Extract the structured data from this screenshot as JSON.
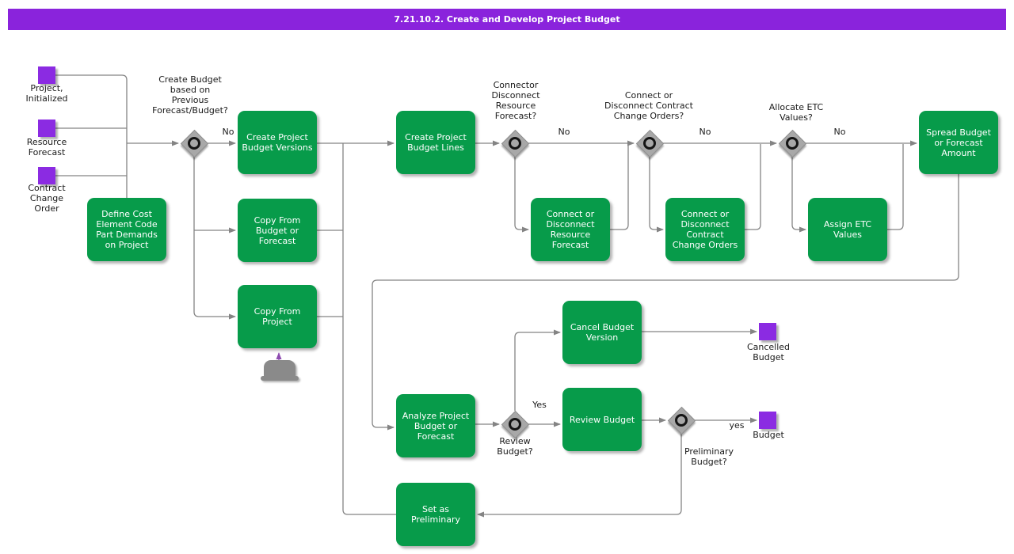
{
  "title": "7.21.10.2. Create and Develop Project Budget",
  "colors": {
    "title_bar": "#8a23dc",
    "task_fill": "#079b4a",
    "task_text": "#ffffff",
    "event_fill": "#8b2be2",
    "gateway_fill": "#a8a8a8",
    "connector": "#848484",
    "performer_arrow": "#8d4bb0",
    "label_text": "#1a1a1a"
  },
  "start_events": {
    "project_initialized": "Project,\nInitialized",
    "resource_forecast": "Resource\nForecast",
    "contract_change_order": "Contract\nChange\nOrder"
  },
  "tasks": {
    "define_cost": "Define Cost\nElement Code\nPart Demands\non Project",
    "create_budget_versions": "Create Project\nBudget Versions",
    "copy_from_budget_or_forecast": "Copy From\nBudget or\nForecast",
    "copy_from_project": "Copy From\nProject",
    "create_budget_lines": "Create Project\nBudget Lines",
    "connect_resource_forecast": "Connect or\nDisconnect\nResource\nForecast",
    "connect_contract_change_orders": "Connect or\nDisconnect\nContract\nChange Orders",
    "assign_etc_values": "Assign ETC\nValues",
    "spread_budget": "Spread Budget\nor Forecast\nAmount",
    "cancel_budget_version": "Cancel Budget\nVersion",
    "analyze_budget": "Analyze Project\nBudget or\nForecast",
    "review_budget": "Review Budget",
    "set_as_preliminary": "Set as\nPreliminary"
  },
  "gateways": {
    "create_budget": {
      "question": "Create Budget\nbased on\nPrevious\nForecast/Budget?",
      "branch_label": "No"
    },
    "connector_disconnect_rf": {
      "question": "Connector\nDisconnect\nResource\nForecast?",
      "branch_label": "No"
    },
    "connect_disconnect_cco": {
      "question": "Connect or\nDisconnect Contract\nChange Orders?",
      "branch_label": "No"
    },
    "allocate_etc": {
      "question": "Allocate ETC\nValues?",
      "branch_label": "No"
    },
    "review_budget": {
      "question": "Review\nBudget?",
      "branch_label": "Yes"
    },
    "preliminary_budget": {
      "question": "Preliminary\nBudget?",
      "branch_label": "yes"
    }
  },
  "end_events": {
    "cancelled_budget": "Cancelled\nBudget",
    "budget": "Budget"
  },
  "icons": {
    "performer": "user-icon"
  }
}
